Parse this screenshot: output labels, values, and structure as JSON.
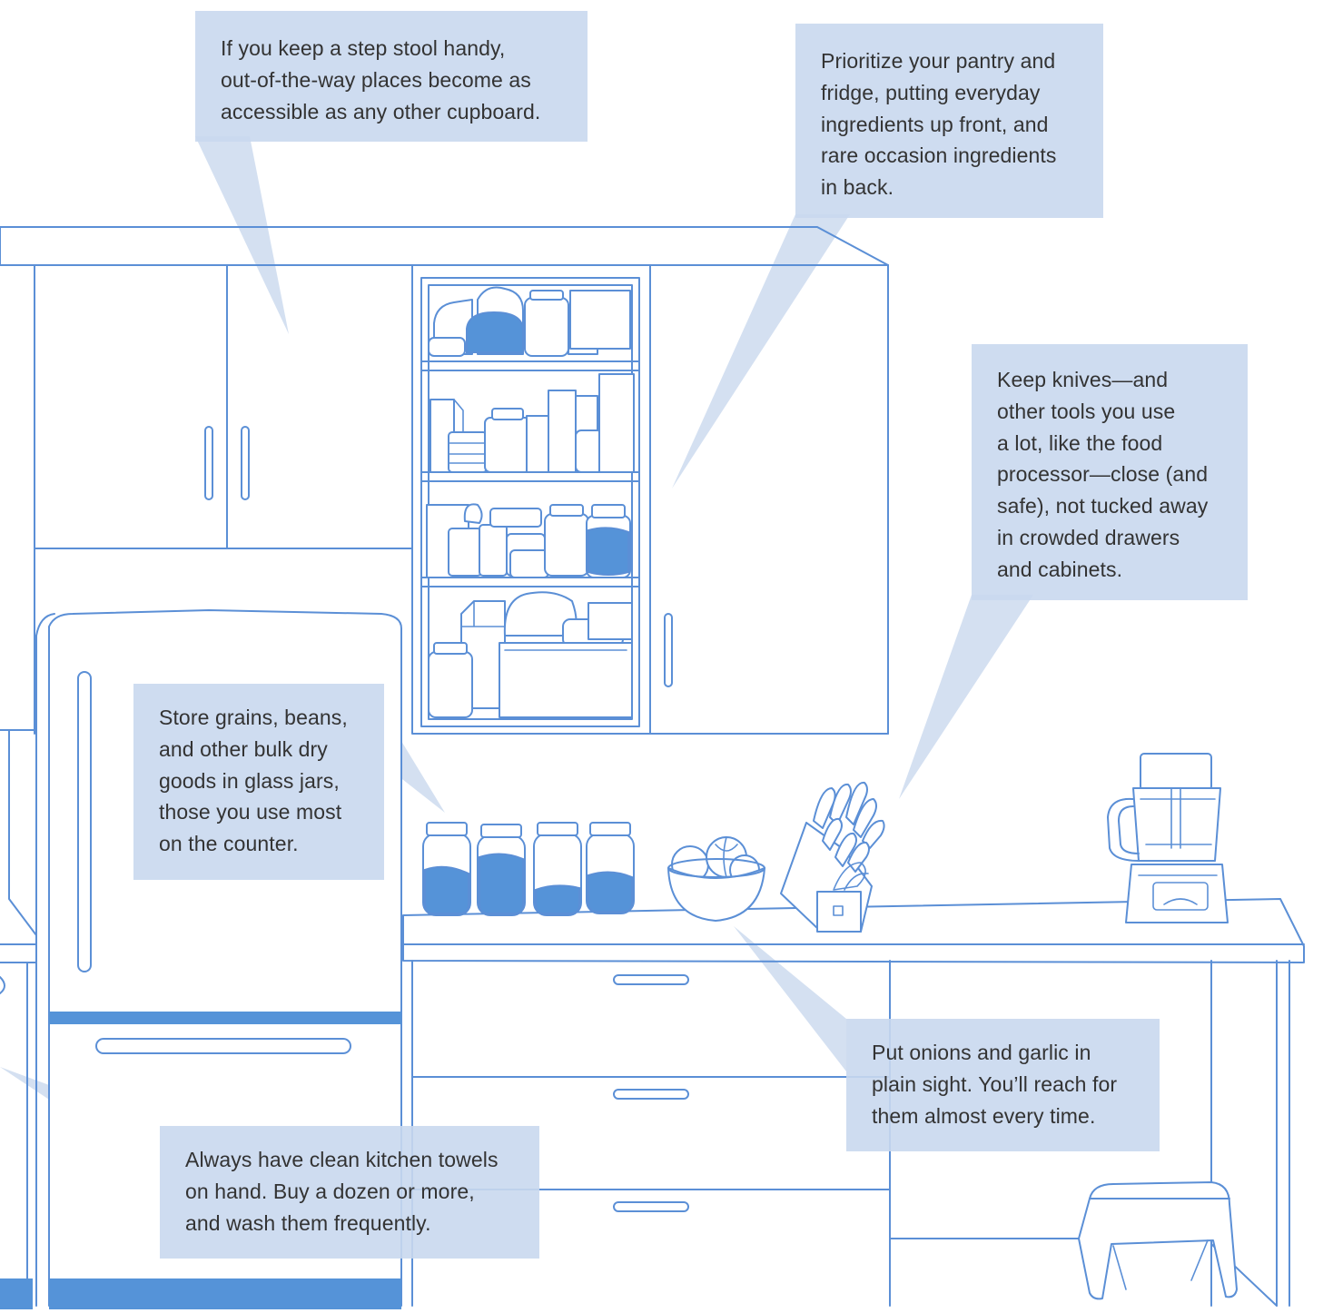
{
  "callouts": {
    "step_stool": "If you keep a step stool handy,\nout-of-the-way places become as\naccessible as any other cupboard.",
    "pantry": "Prioritize your pantry and\nfridge, putting everyday\ningredients up front, and\nrare occasion ingredients\nin back.",
    "knives": "Keep knives—and\nother tools you use\na lot, like the food\nprocessor—close (and\nsafe), not tucked away\nin crowded drawers\nand cabinets.",
    "jars": "Store grains, beans,\nand other bulk dry\ngoods in glass jars,\nthose you use most\non the counter.",
    "onions": "Put onions and garlic in\nplain sight. You’ll reach for\nthem almost every time.",
    "towels": "Always have clean kitchen towels\non hand. Buy a dozen or more,\nand wash them frequently."
  },
  "colors": {
    "line": "#5b8fd6",
    "accent_fill": "#5593d8",
    "callout_bg": "#c9d8ee",
    "text": "#333333"
  },
  "icons": [
    "cabinet",
    "pantry-shelves",
    "refrigerator",
    "glass-jars",
    "onion-bowl",
    "knife-block",
    "food-processor",
    "step-stool",
    "drawers"
  ]
}
